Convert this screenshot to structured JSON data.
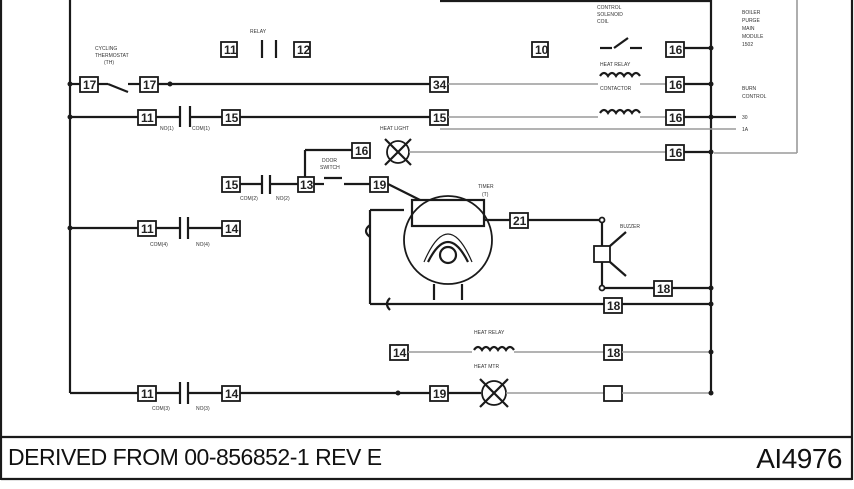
{
  "footer": {
    "derived_from": "DERIVED FROM 00-856852-1 REV E",
    "document_id": "AI4976"
  },
  "wire_labels": {
    "w11_top": "11",
    "w12_top": "12",
    "w10": "10",
    "w16_a": "16",
    "w17_left": "17",
    "w17_right": "17",
    "w34": "34",
    "w16_b": "16",
    "w11_b": "11",
    "w15_a": "15",
    "w15_b": "15",
    "w16_c": "16",
    "w16_d": "16",
    "w15_c": "15",
    "w13": "13",
    "w19": "19",
    "w11_c": "11",
    "w14_a": "14",
    "w21": "21",
    "w16_e": "16",
    "w18_a": "18",
    "w14_b": "14",
    "w18_b": "18",
    "w11_d": "11",
    "w14_c": "14",
    "w19_b": "19",
    "w18_c": "18"
  }
}
